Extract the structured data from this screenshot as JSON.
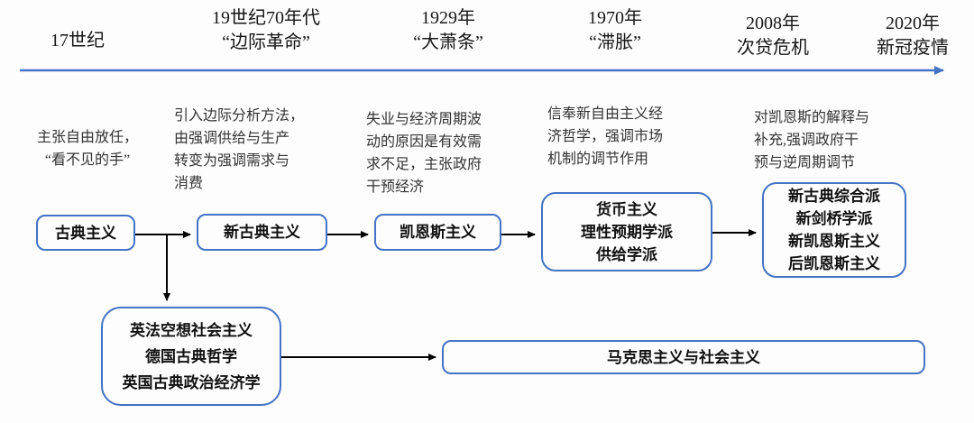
{
  "timeline": {
    "eras": [
      {
        "line1": "17世纪",
        "line2": ""
      },
      {
        "line1": "19世纪70年代",
        "line2": "“边际革命”"
      },
      {
        "line1": "1929年",
        "line2": "“大萧条”"
      },
      {
        "line1": "1970年",
        "line2": "“滞胀”"
      },
      {
        "line1": "2008年",
        "line2": "次贷危机"
      },
      {
        "line1": "2020年",
        "line2": "新冠疫情"
      }
    ]
  },
  "descriptions": [
    "主张自由放任，\n“看不见的手”",
    "引入边际分析方法，\n由强调供给与生产\n转变为强调需求与\n消费",
    "失业与经济周期波\n动的原因是有效需\n求不足，主张政府\n干预经济",
    "信奉新自由主义经\n济哲学，强调市场\n机制的调节作用",
    "对凯恩斯的解释与\n补充,强调政府干\n预与逆周期调节"
  ],
  "boxes": {
    "classical": "古典主义",
    "neoclassical": "新古典主义",
    "keynesian": "凯恩斯主义",
    "monetarism_group": "货币主义\n理性预期学派\n供给学派",
    "synthesis_group": "新古典综合派\n新剑桥学派\n新凯恩斯主义\n后凯恩斯主义",
    "socialism_origins": "英法空想社会主义\n德国古典哲学\n英国古典政治经济学",
    "marxism": "马克思主义与社会主义"
  },
  "colors": {
    "timeline_arrow": "#4472c4",
    "box_border": "#4472c4",
    "connector": "#000000"
  }
}
